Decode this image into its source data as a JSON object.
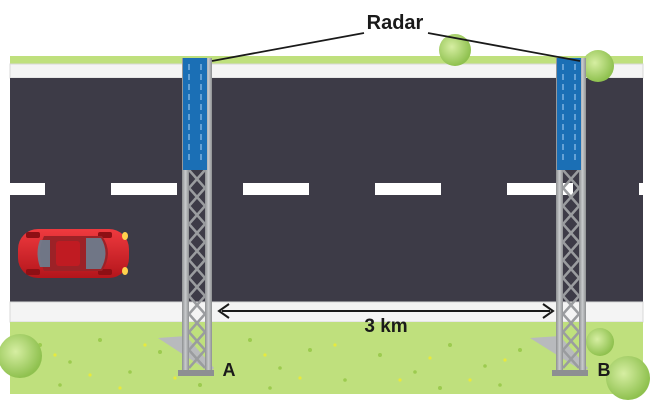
{
  "diagram": {
    "callout_label": "Radar",
    "distance_label": "3 km",
    "point_a_label": "A",
    "point_b_label": "B"
  },
  "colors": {
    "road": "#3d3b47",
    "grass": "#bfe07d",
    "car": "#d71f26",
    "sign": "#1b6fb5",
    "pole": "#a7a9ac"
  }
}
